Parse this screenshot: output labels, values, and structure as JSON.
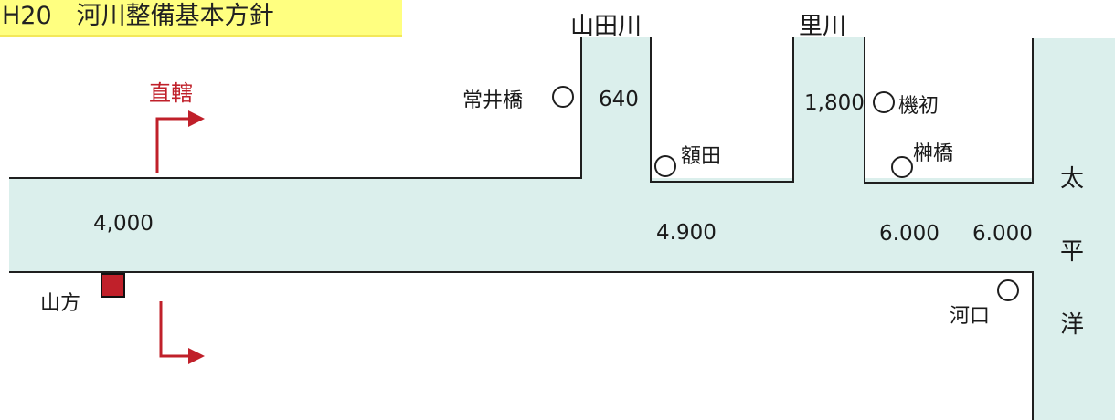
{
  "title": "H20　河川整備基本方針",
  "rivers": {
    "tributary_1": "山田川",
    "tributary_2": "里川"
  },
  "discharges": {
    "main_upper": "4,000",
    "yamada_mouth": "640",
    "sato_mouth": "1,800",
    "main_middle": "4.900",
    "main_lower": "6.000",
    "main_mouth": "6.000"
  },
  "points": {
    "tsunei": "常井橋",
    "nukata": "額田",
    "hatsu": "機初",
    "sakaki": "榊橋",
    "kawaguchi": "河口",
    "yamagata": "山方"
  },
  "direct_label": "直轄",
  "ocean_chars": [
    "太",
    "平",
    "洋"
  ],
  "colors": {
    "water": "#dbefec",
    "bank": "#1f1f1f",
    "arrow": "#c0202a",
    "title_bg": "#ffff80",
    "station": "#c0202a"
  }
}
